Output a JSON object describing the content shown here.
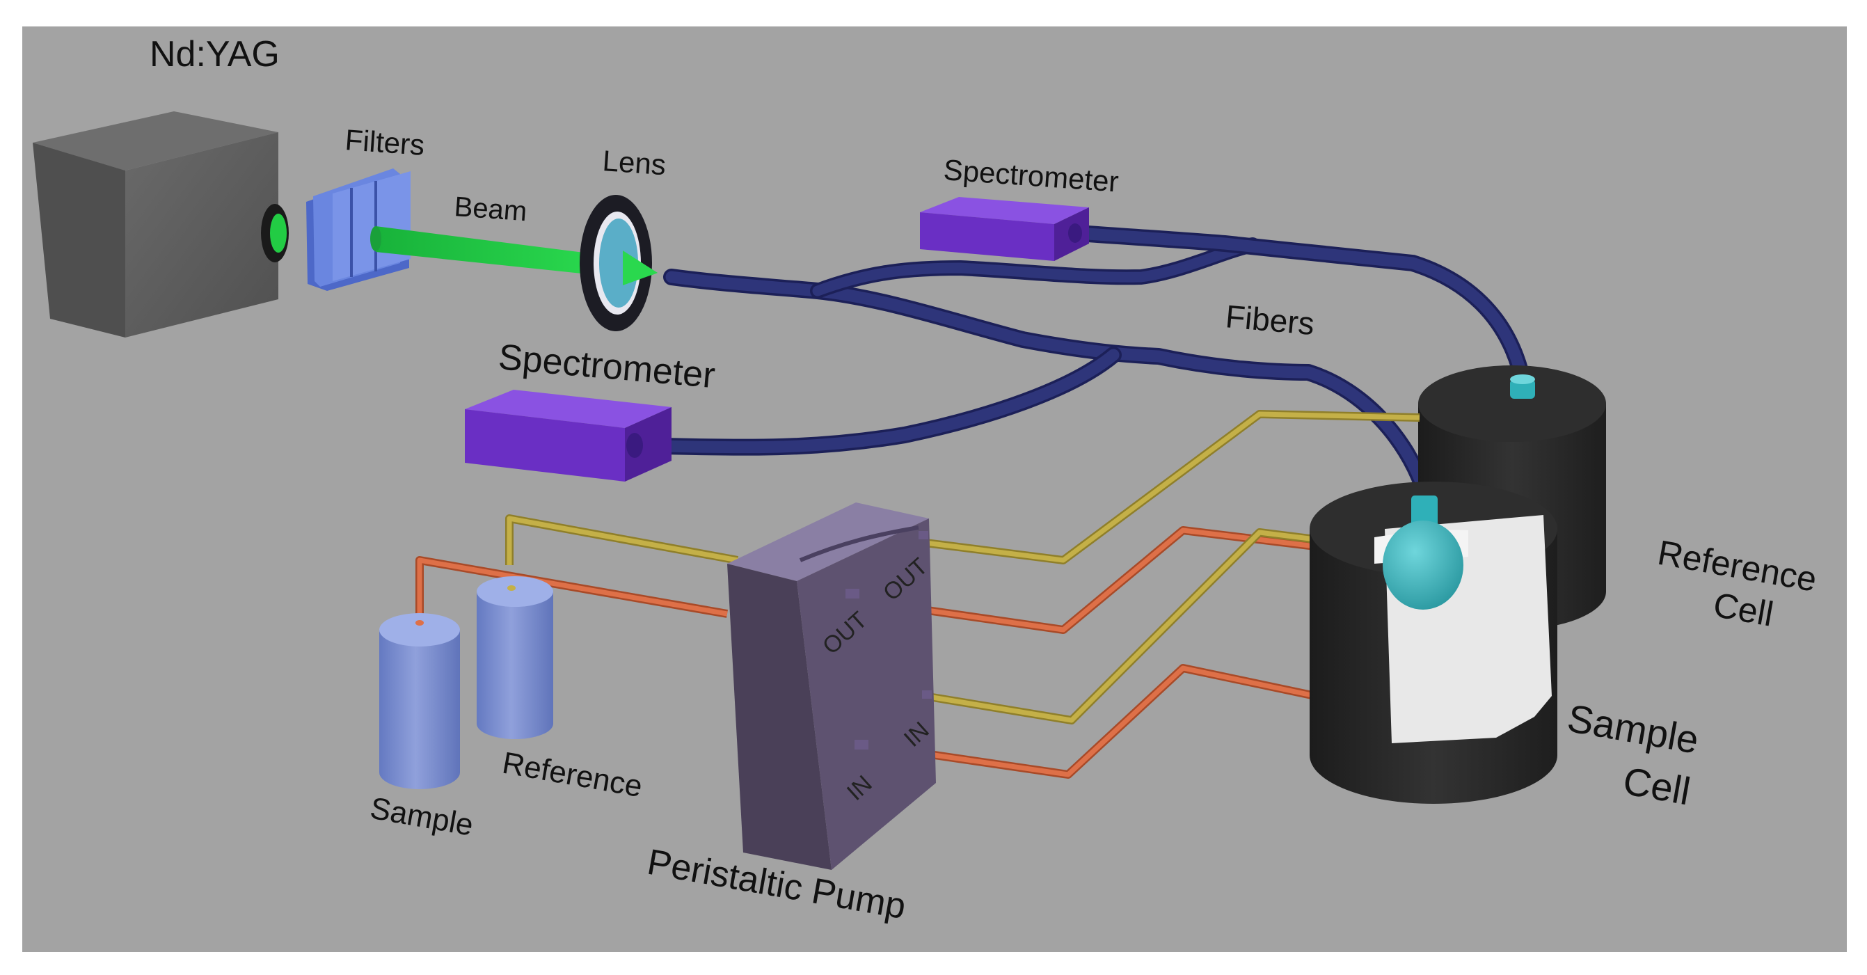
{
  "labels": {
    "laser": "Nd:YAG",
    "filters": "Filters",
    "beam": "Beam",
    "lens": "Lens",
    "spectrometer_top": "Spectrometer",
    "spectrometer_mid": "Spectrometer",
    "fibers": "Fibers",
    "reference_cell_line1": "Reference",
    "reference_cell_line2": "Cell",
    "sample_cell_line1": "Sample",
    "sample_cell_line2": "Cell",
    "sample_vial": "Sample",
    "reference_vial": "Reference",
    "pump": "Peristaltic Pump",
    "pump_out_left": "OUT",
    "pump_out_right": "OUT",
    "pump_in_left": "IN",
    "pump_in_right": "IN"
  },
  "colors": {
    "background": "#a3a3a3",
    "laser_body": "#5e5e5e",
    "filter_blue": "#5a78d8",
    "beam_green": "#22cc44",
    "lens_ring": "#1e1e28",
    "lens_glass": "#5aaec8",
    "fiber": "#2a3070",
    "spectrometer": "#6a2fc4",
    "cell_black": "#262626",
    "cell_interior": "#e8e8e8",
    "probe_teal": "#2fb0b8",
    "tube_yellow": "#b8a43a",
    "tube_orange": "#d2643a",
    "pump_body": "#5a4f6a",
    "vial_blue": "#6f86d2"
  },
  "icons": {
    "laser": "laser-box-icon",
    "filters": "filter-plates-icon",
    "lens": "lens-icon",
    "spectrometer": "spectrometer-box-icon",
    "cell": "cylinder-cell-icon",
    "pump": "pump-box-icon",
    "vial": "vial-icon"
  }
}
